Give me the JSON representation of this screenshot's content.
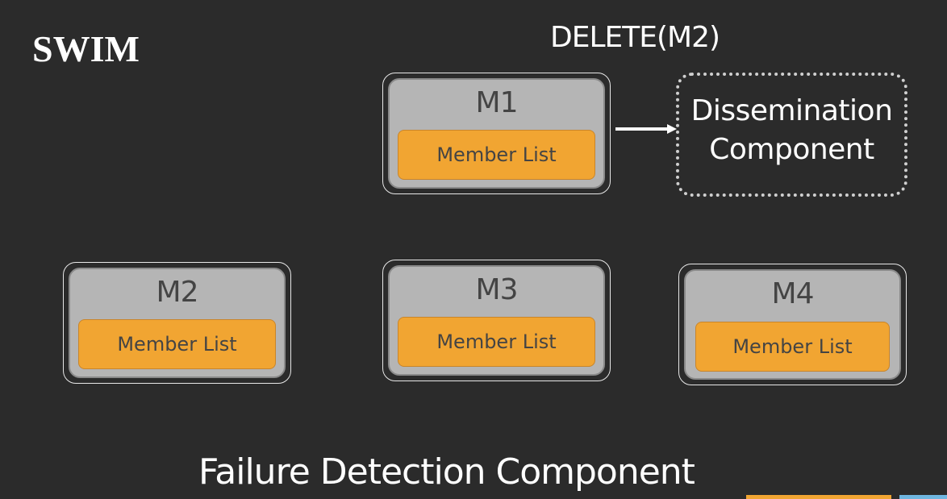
{
  "slide": {
    "title": "SWIM",
    "operation": "DELETE(M2)",
    "footer": "Failure Detection Component",
    "dissemination": {
      "line1": "Dissemination",
      "line2": "Component"
    },
    "members": [
      {
        "name": "M1",
        "list_label": "Member List"
      },
      {
        "name": "M2",
        "list_label": "Member List"
      },
      {
        "name": "M3",
        "list_label": "Member List"
      },
      {
        "name": "M4",
        "list_label": "Member List"
      }
    ],
    "colors": {
      "background": "#2b2b2b",
      "member_box": "#b5b5b5",
      "member_list": "#f1a532"
    }
  }
}
